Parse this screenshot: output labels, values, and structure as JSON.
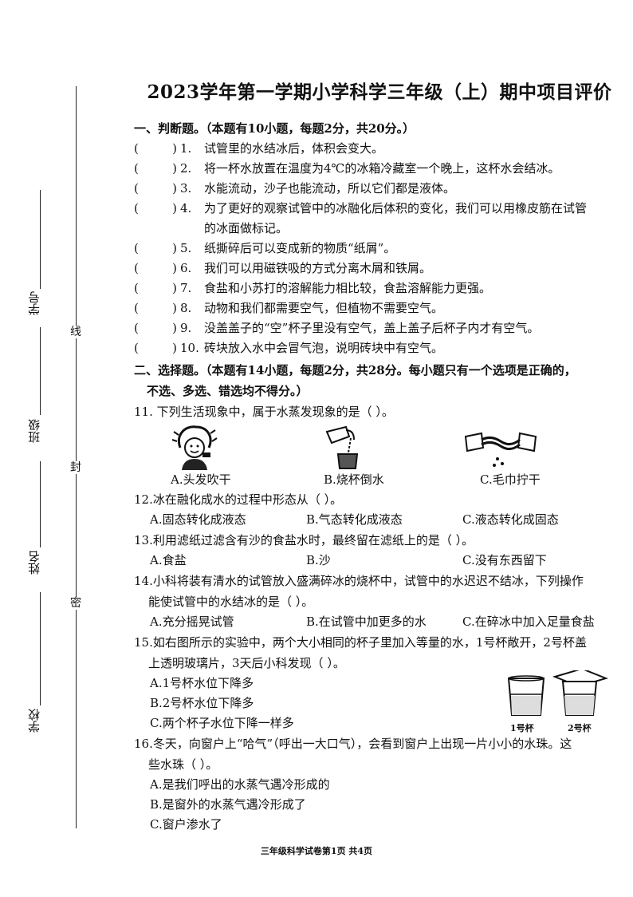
{
  "title": "2023学年第一学期小学科学三年级（上）期中项目评价",
  "margin": {
    "school": "学校",
    "name": "姓名",
    "class": "班级",
    "student_no": "学号",
    "seal_1": "密",
    "seal_2": "封",
    "seal_3": "线"
  },
  "section1": {
    "heading": "一、判断题。（本题有10小题，每题2分，共20分。）",
    "paren_open": "(",
    "paren_close": ")",
    "items": [
      {
        "num": "1.",
        "text": "试管里的水结冰后，体积会变大。",
        "cont": ""
      },
      {
        "num": "2.",
        "text": "将一杯水放置在温度为4℃的冰箱冷藏室一个晚上，这杯水会结冰。",
        "cont": ""
      },
      {
        "num": "3.",
        "text": "水能流动，沙子也能流动，所以它们都是液体。",
        "cont": ""
      },
      {
        "num": "4.",
        "text": "为了更好的观察试管中的冰融化后体积的变化，我们可以用橡皮筋在试管",
        "cont": "的冰面做标记。"
      },
      {
        "num": "5.",
        "text": "纸撕碎后可以变成新的物质“纸屑”。",
        "cont": ""
      },
      {
        "num": "6.",
        "text": "我们可以用磁铁吸的方式分离木屑和铁屑。",
        "cont": ""
      },
      {
        "num": "7.",
        "text": "食盐和小苏打的溶解能力相比较，食盐溶解能力更强。",
        "cont": ""
      },
      {
        "num": "8.",
        "text": "动物和我们都需要空气，但植物不需要空气。",
        "cont": ""
      },
      {
        "num": "9.",
        "text": "没盖盖子的“空”杯子里没有空气，盖上盖子后杯子内才有空气。",
        "cont": ""
      },
      {
        "num": "10.",
        "text": "砖块放入水中会冒气泡，说明砖块中有空气。",
        "cont": ""
      }
    ]
  },
  "section2": {
    "heading": "二、选择题。（本题有14小题，每题2分，共28分。每小题只有一个选项是正确的，",
    "heading_cont": "不选、多选、错选均不得分。）",
    "q11": {
      "stem": "11.  下列生活现象中，属于水蒸发现象的是（      ）。",
      "A": "A.头发吹干",
      "B": "B.烧杯倒水",
      "C": "C.毛巾拧干"
    },
    "q12": {
      "stem": "12.冰在融化成水的过程中形态从（      ）。",
      "A": "A.固态转化成液态",
      "B": "B.气态转化成液态",
      "C": "C.液态转化成固态"
    },
    "q13": {
      "stem": "13.利用滤纸过滤含有沙的食盐水时，最终留在滤纸上的是（      ）。",
      "A": "A.食盐",
      "B": "B.沙",
      "C": "C.没有东西留下"
    },
    "q14": {
      "stem": "14.小科将装有清水的试管放入盛满碎冰的烧杯中，试管中的水迟迟不结冰，下列操作",
      "stem_cont": "能使试管中的水结冰的是（      ）。",
      "A": "A.充分摇晃试管",
      "B": "B.在试管中加更多的水",
      "C": "C.在碎冰中加入足量食盐"
    },
    "q15": {
      "stem": "15.如右图所示的实验中，两个大小相同的杯子里加入等量的水，1号杯敞开，2号杯盖",
      "stem_cont": "上透明玻璃片，3天后小科发现（      ）。",
      "A": "A.1号杯水位下降多",
      "B": "B.2号杯水位下降多",
      "C": "C.两个杯子水位下降一样多",
      "cup1": "1号杯",
      "cup2": "2号杯"
    },
    "q16": {
      "stem": "16.冬天，向窗户上“哈气”（呼出一大口气），会看到窗户上出现一片小小的水珠。这",
      "stem_cont": "些水珠（      ）。",
      "A": "A.是我们呼出的水蒸气遇冷形成的",
      "B": "B.是窗外的水蒸气遇冷形成了",
      "C": "C.窗户渗水了"
    }
  },
  "footer": "三年级科学试卷第1页  共4页"
}
